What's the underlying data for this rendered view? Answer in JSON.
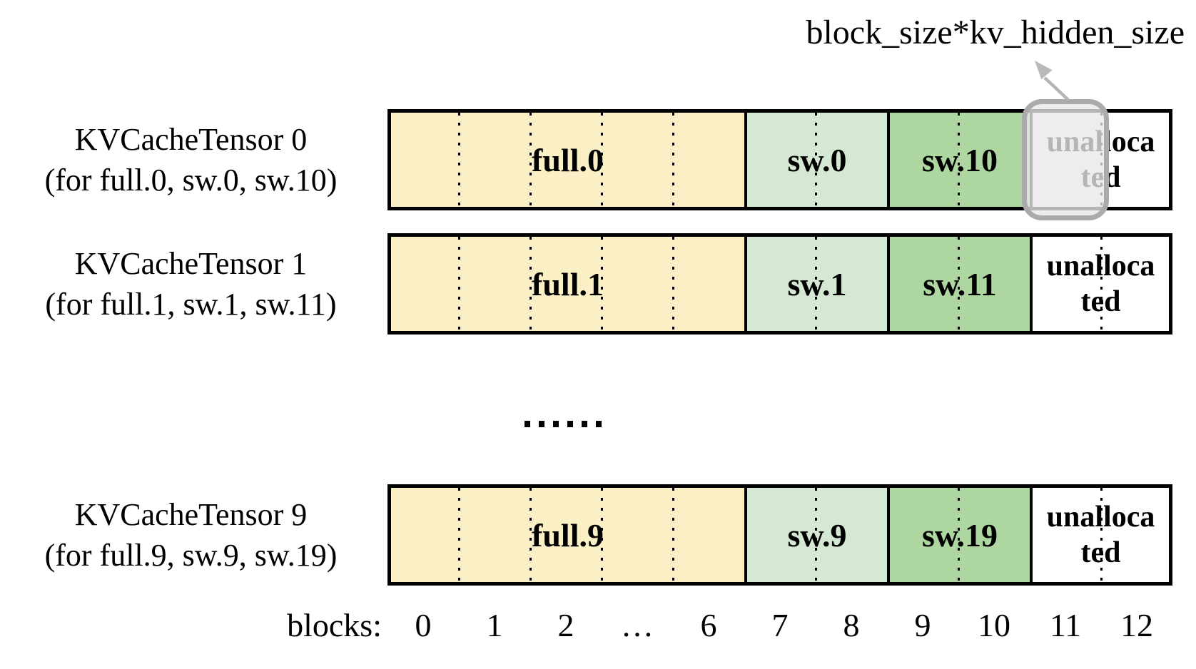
{
  "annotation": {
    "text": "block_size*kv_hidden_size"
  },
  "colors": {
    "full_fill": "#FBEFC6",
    "sw_even_fill": "#D5E8D4",
    "sw_odd_fill": "#AED6A1",
    "unallocated_fill": "#FFFFFF",
    "highlight_fill": "#E8E8E8",
    "highlight_border": "#ABABAB",
    "arrow": "#B5B5B5",
    "outline": "#000000"
  },
  "rows": [
    {
      "label_line1": "KVCacheTensor 0",
      "label_line2": "(for full.0, sw.0, sw.10)",
      "full_label": "full.0",
      "sw_even_label": "sw.0",
      "sw_odd_label": "sw.10",
      "unallocated_line1": "unalloca",
      "unallocated_line2": "ted",
      "highlighted_block": "11"
    },
    {
      "label_line1": "KVCacheTensor 1",
      "label_line2": "(for full.1, sw.1, sw.11)",
      "full_label": "full.1",
      "sw_even_label": "sw.1",
      "sw_odd_label": "sw.11",
      "unallocated_line1": "unalloca",
      "unallocated_line2": "ted"
    },
    {
      "label_line1": "KVCacheTensor 9",
      "label_line2": "(for full.9, sw.9, sw.19)",
      "full_label": "full.9",
      "sw_even_label": "sw.9",
      "sw_odd_label": "sw.19",
      "unallocated_line1": "unalloca",
      "unallocated_line2": "ted"
    }
  ],
  "ellipsis_between_rows": "......",
  "axis": {
    "label": "blocks:",
    "ticks": [
      "0",
      "1",
      "2",
      "…",
      "6",
      "7",
      "8",
      "9",
      "10",
      "11",
      "12"
    ]
  }
}
